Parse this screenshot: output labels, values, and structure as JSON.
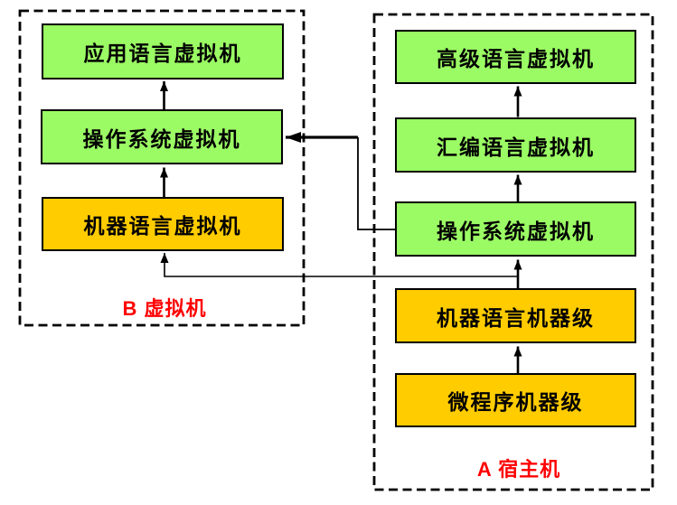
{
  "groups": {
    "b": {
      "label": "B 虚拟机",
      "boxes": [
        {
          "label": "应用语言虚拟机",
          "color": "green"
        },
        {
          "label": "操作系统虚拟机",
          "color": "green"
        },
        {
          "label": "机器语言虚拟机",
          "color": "orange"
        }
      ]
    },
    "a": {
      "label": "A 宿主机",
      "boxes": [
        {
          "label": "高级语言虚拟机",
          "color": "green"
        },
        {
          "label": "汇编语言虚拟机",
          "color": "green"
        },
        {
          "label": "操作系统虚拟机",
          "color": "green"
        },
        {
          "label": "机器语言机器级",
          "color": "orange"
        },
        {
          "label": "微程序机器级",
          "color": "orange"
        }
      ]
    }
  },
  "connections": [
    {
      "from": "操作系统虚拟机 (B)",
      "to": "应用语言虚拟机 (B)",
      "style": "up-arrow"
    },
    {
      "from": "机器语言虚拟机 (B)",
      "to": "操作系统虚拟机 (B)",
      "style": "up-arrow"
    },
    {
      "from": "汇编语言虚拟机 (A)",
      "to": "高级语言虚拟机 (A)",
      "style": "up-arrow"
    },
    {
      "from": "操作系统虚拟机 (A)",
      "to": "汇编语言虚拟机 (A)",
      "style": "up-arrow"
    },
    {
      "from": "机器语言机器级 (A)",
      "to": "操作系统虚拟机 (A)",
      "style": "up-arrow"
    },
    {
      "from": "微程序机器级 (A)",
      "to": "机器语言机器级 (A)",
      "style": "up-arrow"
    },
    {
      "from": "操作系统虚拟机 (A)",
      "to": "操作系统虚拟机 (B)",
      "style": "thick-elbow-arrow"
    },
    {
      "from": "机器语言机器级/操作系统虚拟机 interface (A)",
      "to": "机器语言虚拟机 (B)",
      "style": "thin-elbow-arrow"
    }
  ],
  "colors": {
    "green": "#9bfb64",
    "orange": "#ffcc00",
    "label_red": "#ff0000",
    "line": "#000000",
    "background": "#ffffff"
  }
}
